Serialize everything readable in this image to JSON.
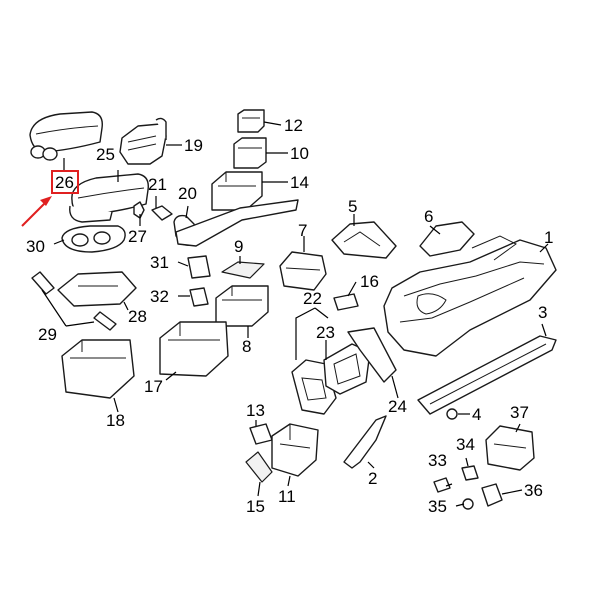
{
  "callouts": {
    "c1": "1",
    "c2": "2",
    "c3": "3",
    "c4": "4",
    "c5": "5",
    "c6": "6",
    "c7": "7",
    "c8": "8",
    "c9": "9",
    "c10": "10",
    "c11": "11",
    "c12": "12",
    "c13": "13",
    "c14": "14",
    "c15": "15",
    "c16": "16",
    "c17": "17",
    "c18": "18",
    "c19": "19",
    "c20": "20",
    "c21": "21",
    "c22": "22",
    "c23": "23",
    "c24": "24",
    "c25": "25",
    "c26": "26",
    "c27": "27",
    "c28": "28",
    "c29": "29",
    "c30": "30",
    "c31": "31",
    "c32": "32",
    "c33": "33",
    "c34": "34",
    "c35": "35",
    "c36": "36",
    "c37": "37"
  },
  "highlight": {
    "callout": "26",
    "color": "#e02020"
  }
}
